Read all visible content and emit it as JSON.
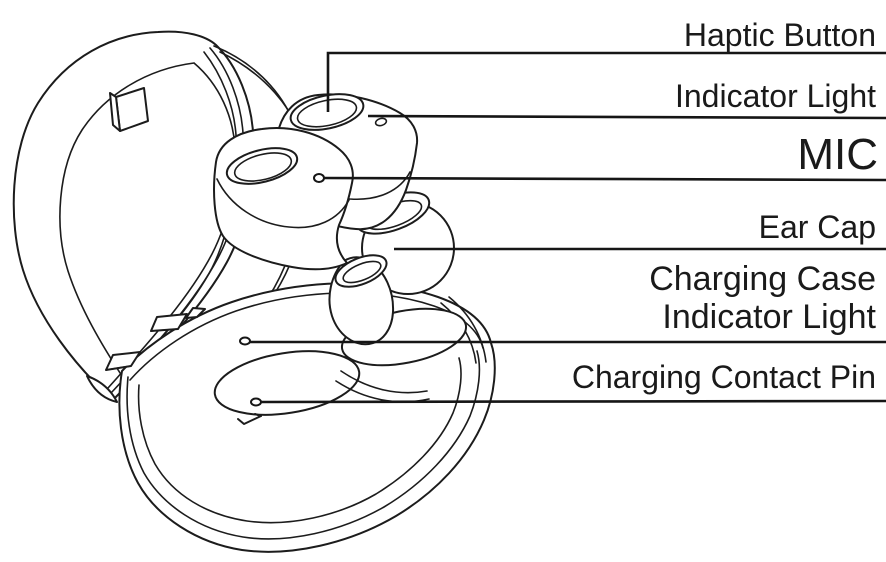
{
  "diagram": {
    "title": "Wireless earbuds and open charging case — parts callout diagram",
    "style": "black line art on white background",
    "line_color": "#1c1c1c",
    "text_color": "#1a1a1a",
    "background_color": "#ffffff",
    "callouts": [
      {
        "id": "haptic-button",
        "label": "Haptic Button",
        "target": "ring button on top of rear earbud"
      },
      {
        "id": "indicator-light",
        "label": "Indicator Light",
        "target": "small hole on rear earbud top face"
      },
      {
        "id": "mic",
        "label": "MIC",
        "target": "small hole on front earbud top face"
      },
      {
        "id": "ear-cap",
        "label": "Ear Cap",
        "target": "silicone tip of rear earbud"
      },
      {
        "id": "charging-case-indicator-light",
        "label": "Charging Case Indicator Light",
        "lines": [
          "Charging Case",
          "Indicator Light"
        ],
        "target": "small dot on case floor"
      },
      {
        "id": "charging-contact-pin",
        "label": "Charging Contact Pin",
        "target": "pin inside earbud recess of case"
      }
    ]
  }
}
